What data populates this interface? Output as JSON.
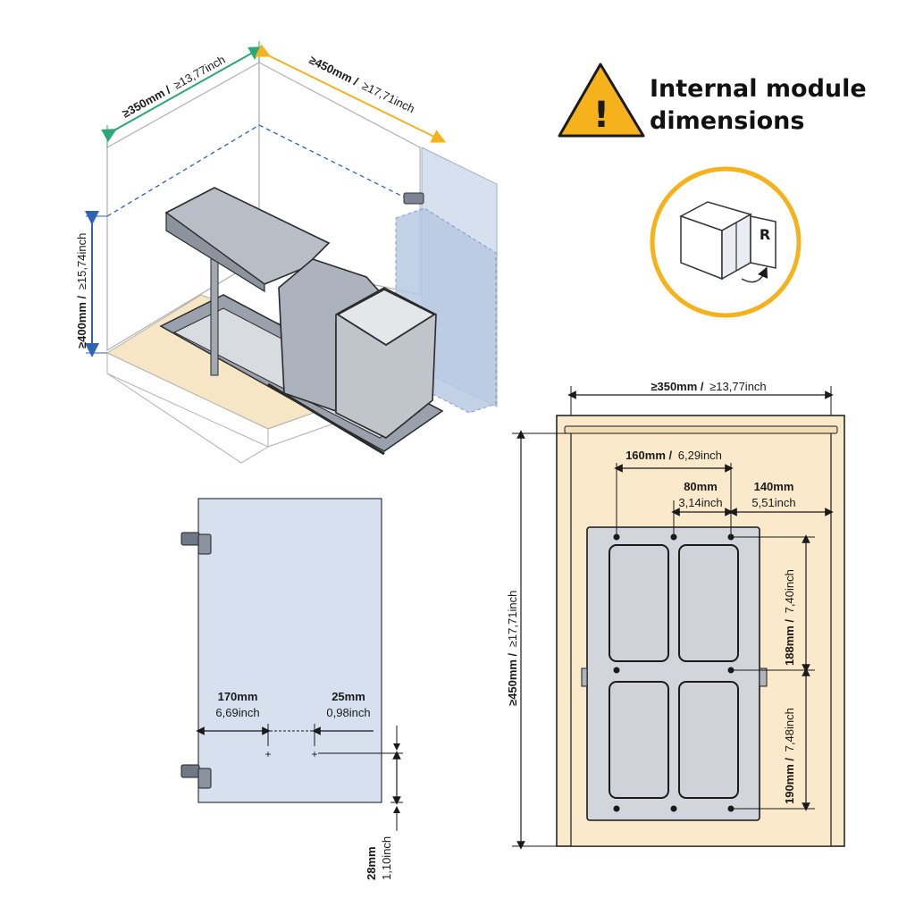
{
  "header": {
    "title_line1": "Internal module",
    "title_line2": "dimensions",
    "warning_icon": "warning-triangle-icon",
    "warning_mark": "!",
    "door_badge_letter": "R",
    "door_badge_icon": "cabinet-right-hinge-icon"
  },
  "colors": {
    "warning_yellow": "#f5b21b",
    "green_dim": "#2aa876",
    "orange_dim": "#f4b223",
    "blue_dim": "#2f63b3",
    "door_blue": "#d6e0ee",
    "floor_tan": "#f7e6c5",
    "inner_panel": "#faeacb"
  },
  "iso_view": {
    "width_bold": "≥350mm /",
    "width_imperial": "≥13,77inch",
    "depth_bold": "≥450mm /",
    "depth_imperial": "≥17,71inch",
    "height_bold": "≥400mm /",
    "height_imperial": "≥15,74inch"
  },
  "door_view": {
    "left_bold": "170mm",
    "left_imperial": "6,69inch",
    "right_bold": "25mm",
    "right_imperial": "0,98inch",
    "bottom_bold": "28mm",
    "bottom_imperial": "1,10inch"
  },
  "top_view": {
    "width_bold": "≥350mm /",
    "width_imperial": "≥13,77inch",
    "depth_bold": "≥450mm /",
    "depth_imperial": "≥17,71inch",
    "holes_bold": "160mm /",
    "holes_imperial": "6,29inch",
    "inner_bold": "80mm",
    "inner_imperial": "3,14inch",
    "side_bold": "140mm",
    "side_imperial": "5,51inch",
    "upper_bold": "188mm /",
    "upper_imperial": "7,40inch",
    "lower_bold": "190mm /",
    "lower_imperial": "7,48inch"
  }
}
